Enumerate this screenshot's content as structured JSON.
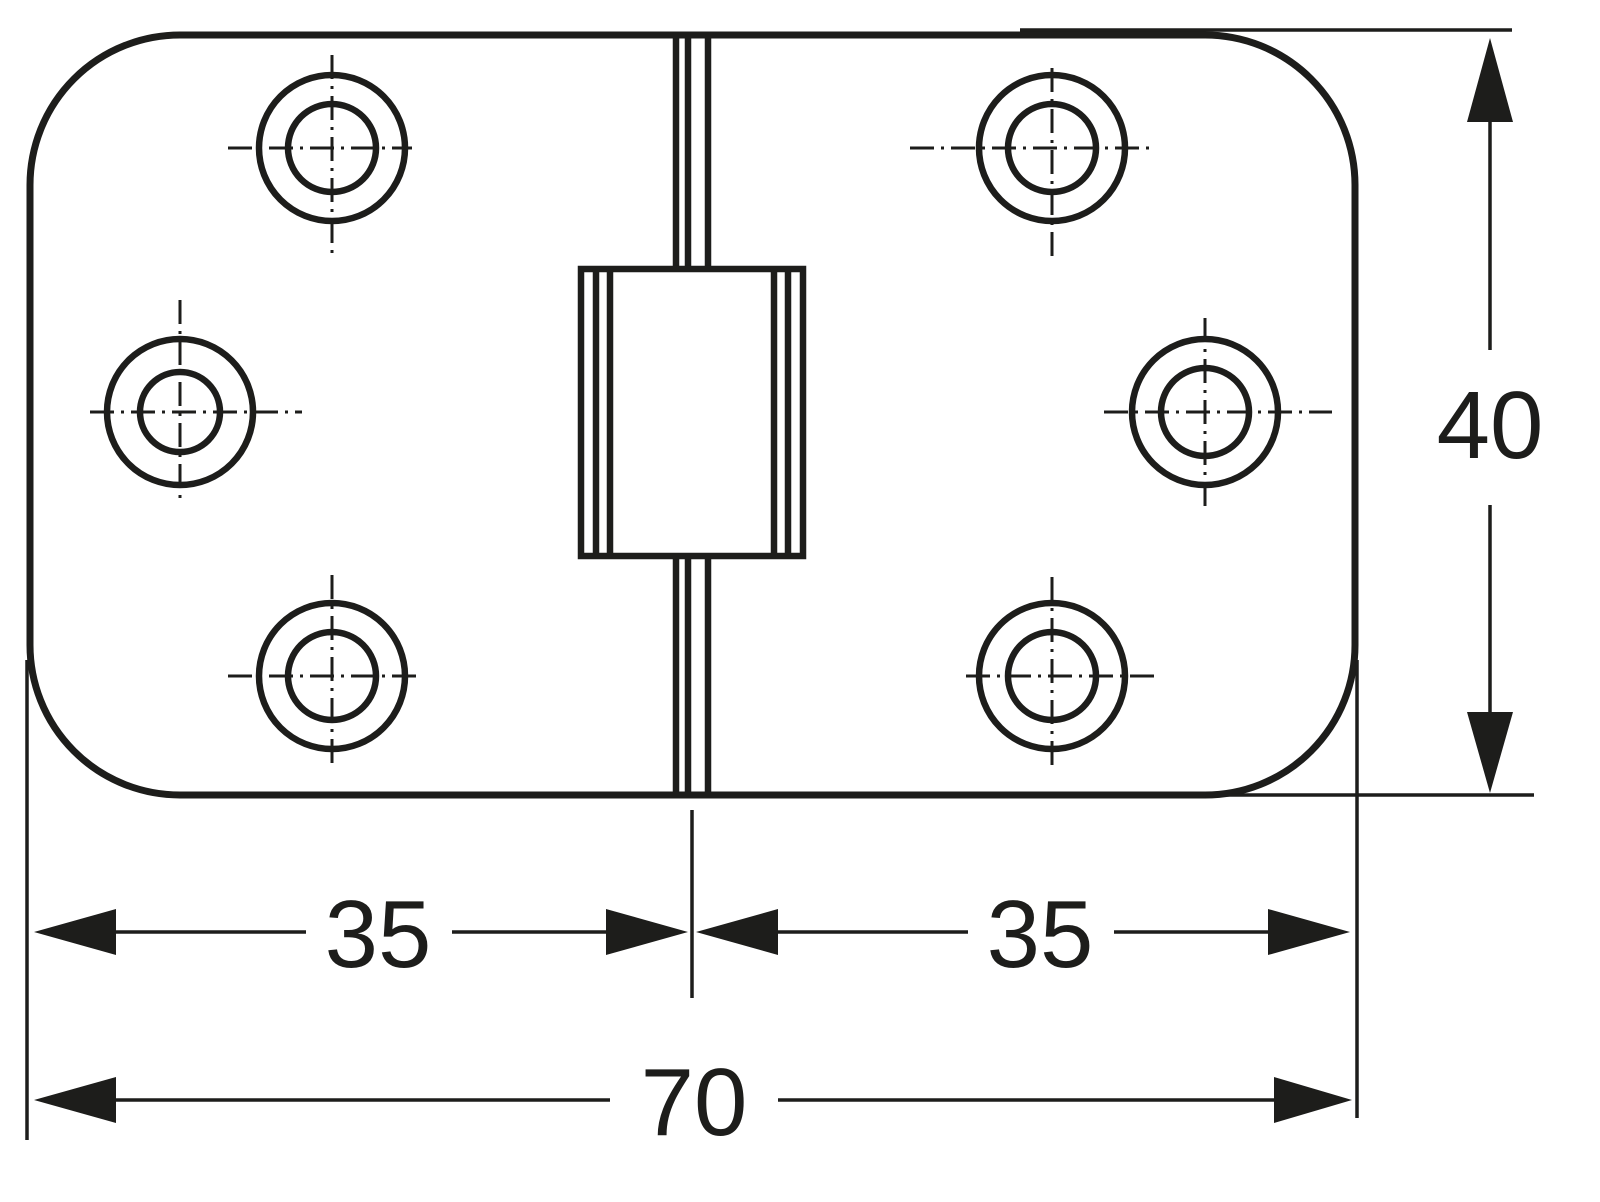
{
  "drawing": {
    "dimensions": {
      "left_leaf_width": "35",
      "right_leaf_width": "35",
      "total_width": "70",
      "height": "40"
    },
    "colors": {
      "line": "#1d1d1b",
      "background": "#ffffff"
    }
  }
}
